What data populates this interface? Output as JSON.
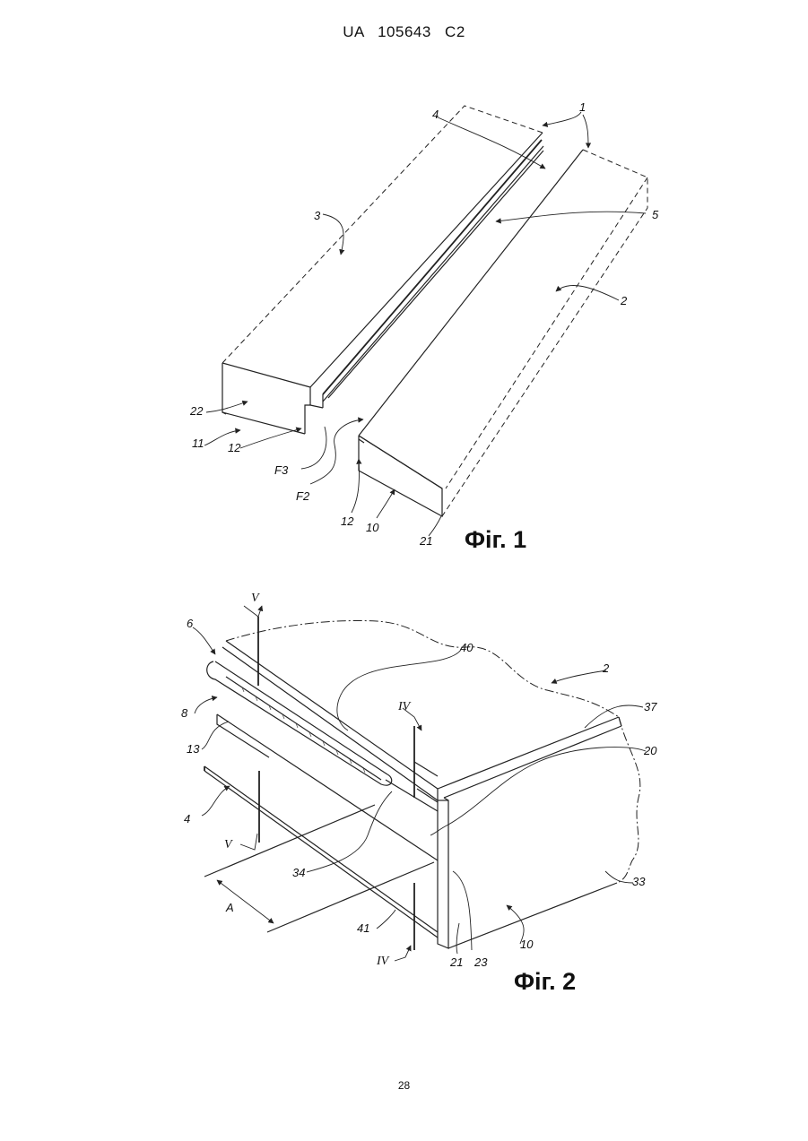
{
  "header": {
    "text": "UA   105643   C2"
  },
  "page_number": "28",
  "figures": [
    {
      "label": "Фіг. 1",
      "refs": [
        "1",
        "2",
        "3",
        "4",
        "5",
        "10",
        "11",
        "12",
        "12",
        "21",
        "22",
        "F2",
        "F3"
      ]
    },
    {
      "label": "Фіг. 2",
      "refs": [
        "2",
        "4",
        "6",
        "8",
        "10",
        "13",
        "20",
        "21",
        "23",
        "33",
        "34",
        "37",
        "40",
        "41",
        "A"
      ],
      "section_marks": [
        "V",
        "V",
        "IV",
        "IV"
      ]
    }
  ]
}
